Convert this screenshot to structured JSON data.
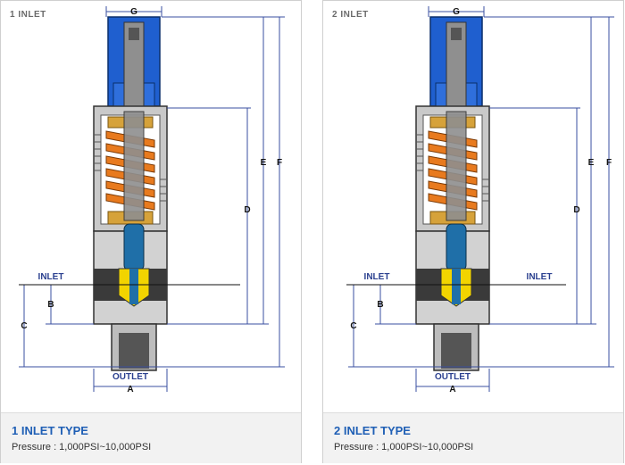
{
  "panels": [
    {
      "tag": "1 INLET",
      "title": "1 INLET TYPE",
      "pressure": "Pressure : 1,000PSI~10,000PSI",
      "labels": {
        "g": "G",
        "e": "E",
        "f": "F",
        "d": "D",
        "c": "C",
        "b": "B",
        "a": "A",
        "outlet": "OUTLET",
        "inlet_left": "INLET"
      }
    },
    {
      "tag": "2 INLET",
      "title": "2 INLET TYPE",
      "pressure": "Pressure : 1,000PSI~10,000PSI",
      "labels": {
        "g": "G",
        "e": "E",
        "f": "F",
        "d": "D",
        "c": "C",
        "b": "B",
        "a": "A",
        "outlet": "OUTLET",
        "inlet_left": "INLET",
        "inlet_right": "INLET"
      }
    }
  ],
  "colors": {
    "dimension_line": "#3a4fa0",
    "cap": "#1f5fcf",
    "spring": "#e87a1e",
    "brass": "#d6a23a",
    "body": "#c9c9c9",
    "body_dark": "#9a9a9a",
    "accent": "#1f5fb5"
  }
}
